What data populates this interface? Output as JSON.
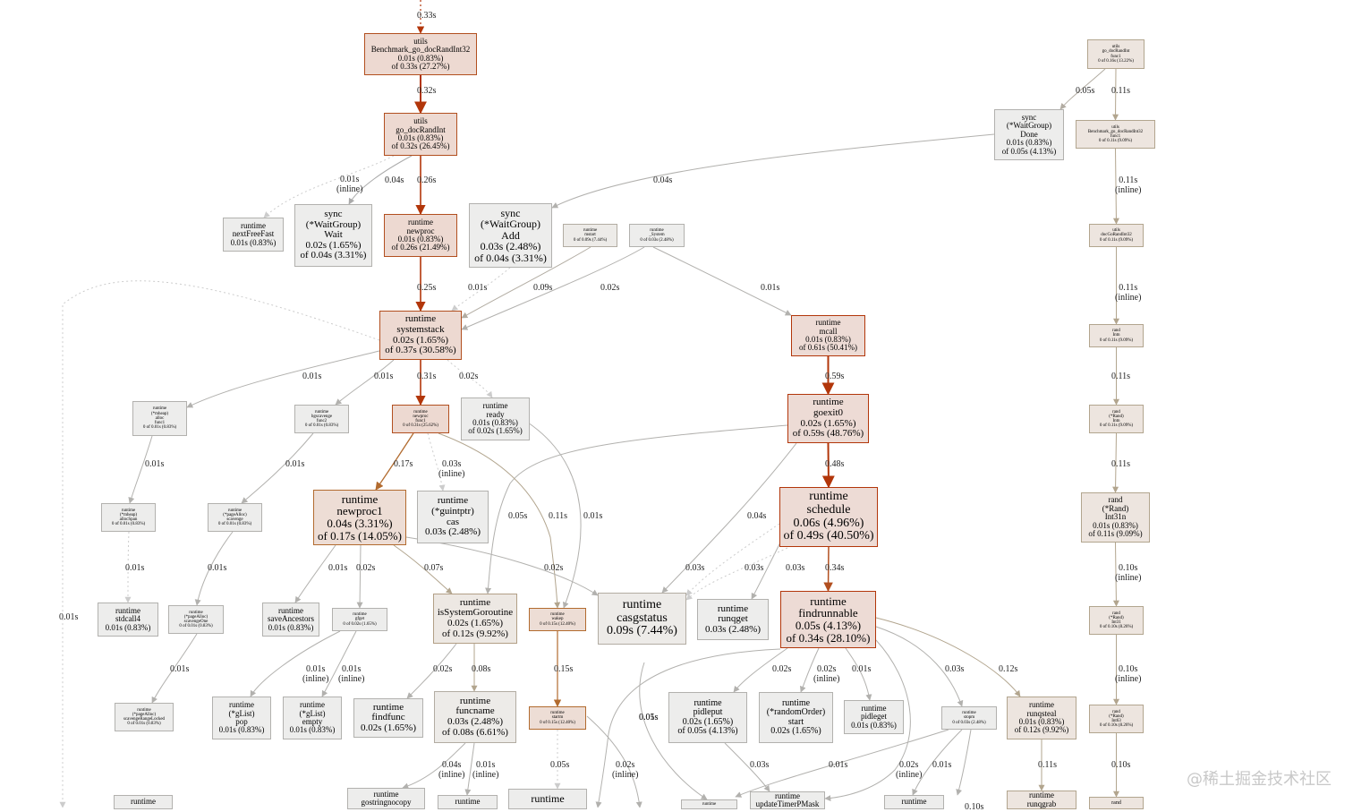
{
  "nodes": [
    {
      "id": "bench",
      "cls": "c3",
      "fs": 9,
      "lines": [
        "utils",
        "Benchmark_go_docRandInt32",
        "0.01s (0.83%)",
        "of 0.33s (27.27%)"
      ]
    },
    {
      "id": "docRandInt",
      "cls": "c3",
      "fs": 9,
      "lines": [
        "utils",
        "go_docRandInt",
        "0.01s (0.83%)",
        "of 0.32s (26.45%)"
      ]
    },
    {
      "id": "nextFreeFast",
      "cls": "c0",
      "fs": 9,
      "lines": [
        "runtime",
        "nextFreeFast",
        "0.01s (0.83%)"
      ]
    },
    {
      "id": "wgWait",
      "cls": "c0",
      "fs": 11,
      "lines": [
        "sync",
        "(*WaitGroup)",
        "Wait",
        "0.02s (1.65%)",
        "of 0.04s (3.31%)"
      ]
    },
    {
      "id": "newproc",
      "cls": "c3",
      "fs": 9,
      "lines": [
        "runtime",
        "newproc",
        "0.01s (0.83%)",
        "of 0.26s (21.49%)"
      ]
    },
    {
      "id": "wgAdd",
      "cls": "c0",
      "fs": 12,
      "lines": [
        "sync",
        "(*WaitGroup)",
        "Add",
        "0.03s (2.48%)",
        "of 0.04s (3.31%)"
      ]
    },
    {
      "id": "mstart",
      "cls": "c1",
      "fs": 5,
      "lines": [
        "runtime",
        "mstart",
        "0 of 0.09s (7.44%)"
      ]
    },
    {
      "id": "system",
      "cls": "c0",
      "fs": 5,
      "lines": [
        "runtime",
        "_System",
        "0 of 0.03s (2.48%)"
      ]
    },
    {
      "id": "wgDone",
      "cls": "c0",
      "fs": 9,
      "lines": [
        "sync",
        "(*WaitGroup)",
        "Done",
        "0.01s (0.83%)",
        "of 0.05s (4.13%)"
      ]
    },
    {
      "id": "func1top",
      "cls": "c2",
      "fs": 5,
      "lines": [
        "utils",
        "go_docRandInt",
        "func1",
        "0 of 0.16s (13.22%)"
      ]
    },
    {
      "id": "benchFunc1",
      "cls": "c2",
      "fs": 5,
      "lines": [
        "utils",
        "Benchmark_go_docRandInt32",
        "func1",
        "0 of 0.11s (9.09%)"
      ]
    },
    {
      "id": "docGoRandInt32",
      "cls": "c2",
      "fs": 5,
      "lines": [
        "utils",
        "docGoRandInt32",
        "0 of 0.11s (9.09%)"
      ]
    },
    {
      "id": "randIntn",
      "cls": "c2",
      "fs": 5,
      "lines": [
        "rand",
        "Intn",
        "0 of 0.11s (9.09%)"
      ]
    },
    {
      "id": "randRandIntn",
      "cls": "c2",
      "fs": 5,
      "lines": [
        "rand",
        "(*Rand)",
        "Intn",
        "0 of 0.11s (9.09%)"
      ]
    },
    {
      "id": "int31n",
      "cls": "c2",
      "fs": 9,
      "lines": [
        "rand",
        "(*Rand)",
        "Int31n",
        "0.01s (0.83%)",
        "of 0.11s (9.09%)"
      ]
    },
    {
      "id": "int31",
      "cls": "c2",
      "fs": 5,
      "lines": [
        "rand",
        "(*Rand)",
        "Int31",
        "0 of 0.10s (8.26%)"
      ]
    },
    {
      "id": "int63",
      "cls": "c2",
      "fs": 5,
      "lines": [
        "rand",
        "(*Rand)",
        "Int63",
        "0 of 0.10s (8.26%)"
      ]
    },
    {
      "id": "randBottom",
      "cls": "c2",
      "fs": 6,
      "lines": [
        "rand"
      ]
    },
    {
      "id": "systemstack",
      "cls": "c3",
      "fs": 11,
      "lines": [
        "runtime",
        "systemstack",
        "0.02s (1.65%)",
        "of 0.37s (30.58%)"
      ]
    },
    {
      "id": "mcall",
      "cls": "c4",
      "fs": 9,
      "lines": [
        "runtime",
        "mcall",
        "0.01s (0.83%)",
        "of 0.61s (50.41%)"
      ]
    },
    {
      "id": "goexit0",
      "cls": "c4",
      "fs": 11,
      "lines": [
        "runtime",
        "goexit0",
        "0.02s (1.65%)",
        "of 0.59s (48.76%)"
      ]
    },
    {
      "id": "schedule",
      "cls": "c4",
      "fs": 14,
      "lines": [
        "runtime",
        "schedule",
        "0.06s (4.96%)",
        "of 0.49s (40.50%)"
      ]
    },
    {
      "id": "findrunnable",
      "cls": "c4",
      "fs": 13,
      "lines": [
        "runtime",
        "findrunnable",
        "0.05s (4.13%)",
        "of 0.34s (28.10%)"
      ]
    },
    {
      "id": "mheapAlloc",
      "cls": "c0",
      "fs": 5,
      "lines": [
        "runtime",
        "(*mheap)",
        "alloc",
        "func1",
        "0 of 0.01s (0.83%)"
      ]
    },
    {
      "id": "bgscavenge",
      "cls": "c0",
      "fs": 5,
      "lines": [
        "runtime",
        "bgscavenge",
        "func2",
        "0 of 0.01s (0.83%)"
      ]
    },
    {
      "id": "newprocFunc1",
      "cls": "c3",
      "fs": 5,
      "lines": [
        "runtime",
        "newproc",
        "func1",
        "0 of 0.31s (25.62%)"
      ]
    },
    {
      "id": "ready",
      "cls": "c0",
      "fs": 9,
      "lines": [
        "runtime",
        "ready",
        "0.01s (0.83%)",
        "of 0.02s (1.65%)"
      ]
    },
    {
      "id": "allocSpan",
      "cls": "c0",
      "fs": 5,
      "lines": [
        "runtime",
        "(*mheap)",
        "allocSpan",
        "0 of 0.01s (0.83%)"
      ]
    },
    {
      "id": "scavengeOne0",
      "cls": "c0",
      "fs": 5,
      "lines": [
        "runtime",
        "(*pageAlloc)",
        "scavenge",
        "0 of 0.01s (0.83%)"
      ]
    },
    {
      "id": "newproc1",
      "cls": "c5",
      "fs": 13,
      "lines": [
        "runtime",
        "newproc1",
        "0.04s (3.31%)",
        "of 0.17s (14.05%)"
      ]
    },
    {
      "id": "guintptrCas",
      "cls": "c0",
      "fs": 11,
      "lines": [
        "runtime",
        "(*guintptr)",
        "cas",
        "0.03s (2.48%)"
      ]
    },
    {
      "id": "stdcall4",
      "cls": "c0",
      "fs": 9,
      "lines": [
        "runtime",
        "stdcall4",
        "0.01s (0.83%)"
      ]
    },
    {
      "id": "scavengeOne",
      "cls": "c0",
      "fs": 5,
      "lines": [
        "runtime",
        "(*pageAlloc)",
        "scavengeOne",
        "0 of 0.01s (0.83%)"
      ]
    },
    {
      "id": "saveAncestors",
      "cls": "c0",
      "fs": 9,
      "lines": [
        "runtime",
        "saveAncestors",
        "0.01s (0.83%)"
      ]
    },
    {
      "id": "gfget",
      "cls": "c0",
      "fs": 5,
      "lines": [
        "runtime",
        "gfget",
        "0 of 0.02s (1.65%)"
      ]
    },
    {
      "id": "isSystemGoroutine",
      "cls": "c6",
      "fs": 11,
      "lines": [
        "runtime",
        "isSystemGoroutine",
        "0.02s (1.65%)",
        "of 0.12s (9.92%)"
      ]
    },
    {
      "id": "wakep",
      "cls": "c5",
      "fs": 5,
      "lines": [
        "runtime",
        "wakep",
        "0 of 0.15s (12.40%)"
      ]
    },
    {
      "id": "casgstatus",
      "cls": "c1",
      "fs": 14,
      "lines": [
        "runtime",
        "casgstatus",
        "0.09s (7.44%)"
      ]
    },
    {
      "id": "runqget",
      "cls": "c0",
      "fs": 11,
      "lines": [
        "runtime",
        "runqget",
        "0.03s (2.48%)"
      ]
    },
    {
      "id": "scavengeRangeLocked",
      "cls": "c0",
      "fs": 5,
      "lines": [
        "runtime",
        "(*pageAlloc)",
        "scavengeRangeLocked",
        "0 of 0.01s (0.83%)"
      ]
    },
    {
      "id": "gListPop",
      "cls": "c0",
      "fs": 9,
      "lines": [
        "runtime",
        "(*gList)",
        "pop",
        "0.01s (0.83%)"
      ]
    },
    {
      "id": "gListEmpty",
      "cls": "c0",
      "fs": 9,
      "lines": [
        "runtime",
        "(*gList)",
        "empty",
        "0.01s (0.83%)"
      ]
    },
    {
      "id": "findfunc",
      "cls": "c0",
      "fs": 11,
      "lines": [
        "runtime",
        "findfunc",
        "0.02s (1.65%)"
      ]
    },
    {
      "id": "funcname",
      "cls": "c1",
      "fs": 11,
      "lines": [
        "runtime",
        "funcname",
        "0.03s (2.48%)",
        "of 0.08s (6.61%)"
      ]
    },
    {
      "id": "startm",
      "cls": "c5",
      "fs": 5,
      "lines": [
        "runtime",
        "startm",
        "0 of 0.15s (12.40%)"
      ]
    },
    {
      "id": "pidleput",
      "cls": "c0",
      "fs": 10,
      "lines": [
        "runtime",
        "pidleput",
        "0.02s (1.65%)",
        "of 0.05s (4.13%)"
      ]
    },
    {
      "id": "randomOrderStart",
      "cls": "c0",
      "fs": 10,
      "lines": [
        "runtime",
        "(*randomOrder)",
        "start",
        "0.02s (1.65%)"
      ]
    },
    {
      "id": "pidleget",
      "cls": "c0",
      "fs": 9,
      "lines": [
        "runtime",
        "pidleget",
        "0.01s (0.83%)"
      ]
    },
    {
      "id": "stopm",
      "cls": "c0",
      "fs": 5,
      "lines": [
        "runtime",
        "stopm",
        "0 of 0.03s (2.48%)"
      ]
    },
    {
      "id": "runqsteal",
      "cls": "c2",
      "fs": 9,
      "lines": [
        "runtime",
        "runqsteal",
        "0.01s (0.83%)",
        "of 0.12s (9.92%)"
      ]
    },
    {
      "id": "runtimeLeftBottom",
      "cls": "c0",
      "fs": 9,
      "lines": [
        "runtime"
      ]
    },
    {
      "id": "gostringnocopy",
      "cls": "c0",
      "fs": 9,
      "lines": [
        "runtime",
        "gostringnocopy"
      ]
    },
    {
      "id": "runtimeFuncnameChild",
      "cls": "c0",
      "fs": 9,
      "lines": [
        "runtime"
      ]
    },
    {
      "id": "runtimeStartmChild",
      "cls": "c0",
      "fs": 12,
      "lines": [
        "runtime"
      ]
    },
    {
      "id": "runtimePidleChild",
      "cls": "c0",
      "fs": 5,
      "lines": [
        "runtime"
      ]
    },
    {
      "id": "updateTimerPMask",
      "cls": "c0",
      "fs": 9,
      "lines": [
        "runtime",
        "updateTimerPMask"
      ]
    },
    {
      "id": "runtimeStopmChild",
      "cls": "c0",
      "fs": 9,
      "lines": [
        "runtime"
      ]
    },
    {
      "id": "runqgrab",
      "cls": "c2",
      "fs": 9,
      "lines": [
        "runtime",
        "runqgrab"
      ]
    }
  ],
  "edges": [
    {
      "label": "0.33s"
    },
    {
      "label": "0.32s"
    },
    {
      "label": "0.01s\n(inline)"
    },
    {
      "label": "0.04s"
    },
    {
      "label": "0.26s"
    },
    {
      "label": "0.25s"
    },
    {
      "label": "0.01s"
    },
    {
      "label": "0.09s"
    },
    {
      "label": "0.02s"
    },
    {
      "label": "0.01s"
    },
    {
      "label": "0.04s"
    },
    {
      "label": "0.05s"
    },
    {
      "label": "0.11s"
    },
    {
      "label": "0.11s\n(inline)"
    },
    {
      "label": "0.11s\n(inline)"
    },
    {
      "label": "0.11s"
    },
    {
      "label": "0.11s"
    },
    {
      "label": "0.10s\n(inline)"
    },
    {
      "label": "0.10s\n(inline)"
    },
    {
      "label": "0.10s"
    },
    {
      "label": "0.59s"
    },
    {
      "label": "0.48s"
    },
    {
      "label": "0.34s"
    },
    {
      "label": "0.01s"
    },
    {
      "label": "0.01s"
    },
    {
      "label": "0.31s"
    },
    {
      "label": "0.02s"
    },
    {
      "label": "0.01s"
    },
    {
      "label": "0.01s"
    },
    {
      "label": "0.17s"
    },
    {
      "label": "0.03s\n(inline)"
    },
    {
      "label": "0.05s"
    },
    {
      "label": "0.11s"
    },
    {
      "label": "0.01s"
    },
    {
      "label": "0.04s"
    },
    {
      "label": "0.01s"
    },
    {
      "label": "0.01s"
    },
    {
      "label": "0.01s"
    },
    {
      "label": "0.02s"
    },
    {
      "label": "0.07s"
    },
    {
      "label": "0.02s"
    },
    {
      "label": "0.03s"
    },
    {
      "label": "0.03s"
    },
    {
      "label": "0.03s"
    },
    {
      "label": "0.01s"
    },
    {
      "label": "0.01s\n(inline)"
    },
    {
      "label": "0.01s\n(inline)"
    },
    {
      "label": "0.02s"
    },
    {
      "label": "0.08s"
    },
    {
      "label": "0.15s"
    },
    {
      "label": "0.05s"
    },
    {
      "label": "0.02s\n(inline)"
    },
    {
      "label": "0.01s"
    },
    {
      "label": "0.03s"
    },
    {
      "label": "0.12s"
    },
    {
      "label": "0.02s"
    },
    {
      "label": "0.01s"
    },
    {
      "label": "0.04s\n(inline)"
    },
    {
      "label": "0.01s\n(inline)"
    },
    {
      "label": "0.05s"
    },
    {
      "label": "0.02s\n(inline)"
    },
    {
      "label": "0.03s"
    },
    {
      "label": "0.01s"
    },
    {
      "label": "0.02s\n(inline)"
    },
    {
      "label": "0.01s"
    },
    {
      "label": "0.11s"
    },
    {
      "label": "0.10s"
    },
    {
      "label": "0.01s"
    },
    {
      "label": "0.02s"
    }
  ],
  "watermark": "@稀土掘金技术社区"
}
